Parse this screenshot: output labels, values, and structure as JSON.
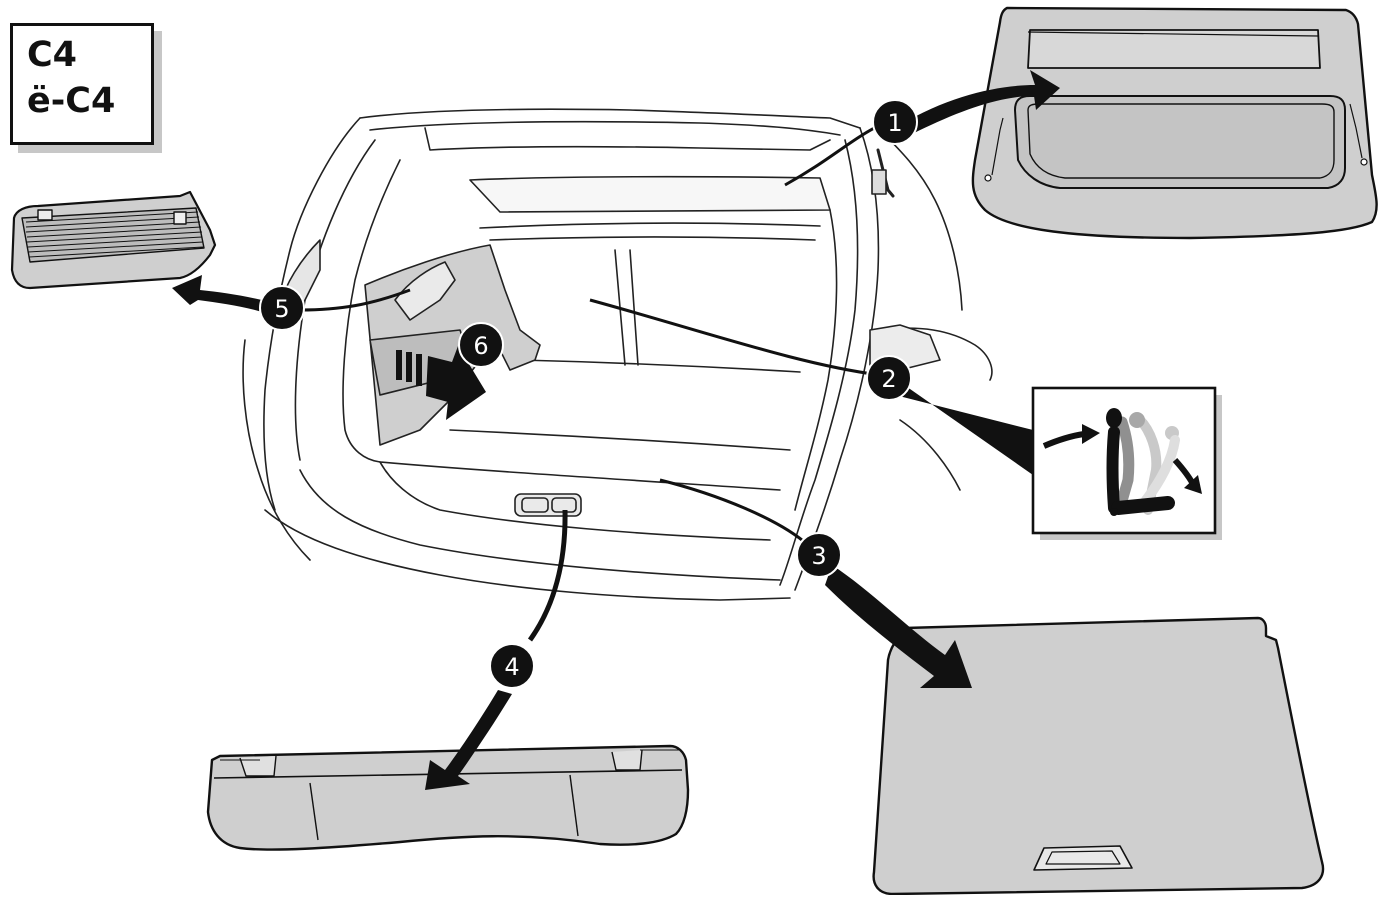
{
  "badge": {
    "model_lines": [
      "C4",
      "ë-C4"
    ]
  },
  "callouts": [
    {
      "number": "1",
      "item": "parcel shelf"
    },
    {
      "number": "2",
      "item": "rear seat backrest folding"
    },
    {
      "number": "3",
      "item": "boot floor panel"
    },
    {
      "number": "4",
      "item": "sill trim"
    },
    {
      "number": "5",
      "item": "side trim cover"
    },
    {
      "number": "6",
      "item": "side trim panel"
    }
  ],
  "colors": {
    "part_fill": "#cfcfcf",
    "line": "#111111",
    "arrow": "#111111",
    "callout_bg": "#111111",
    "callout_text": "#ffffff",
    "shadow": "#c7c7c7"
  },
  "icons": [
    "seat-fold-icon"
  ]
}
